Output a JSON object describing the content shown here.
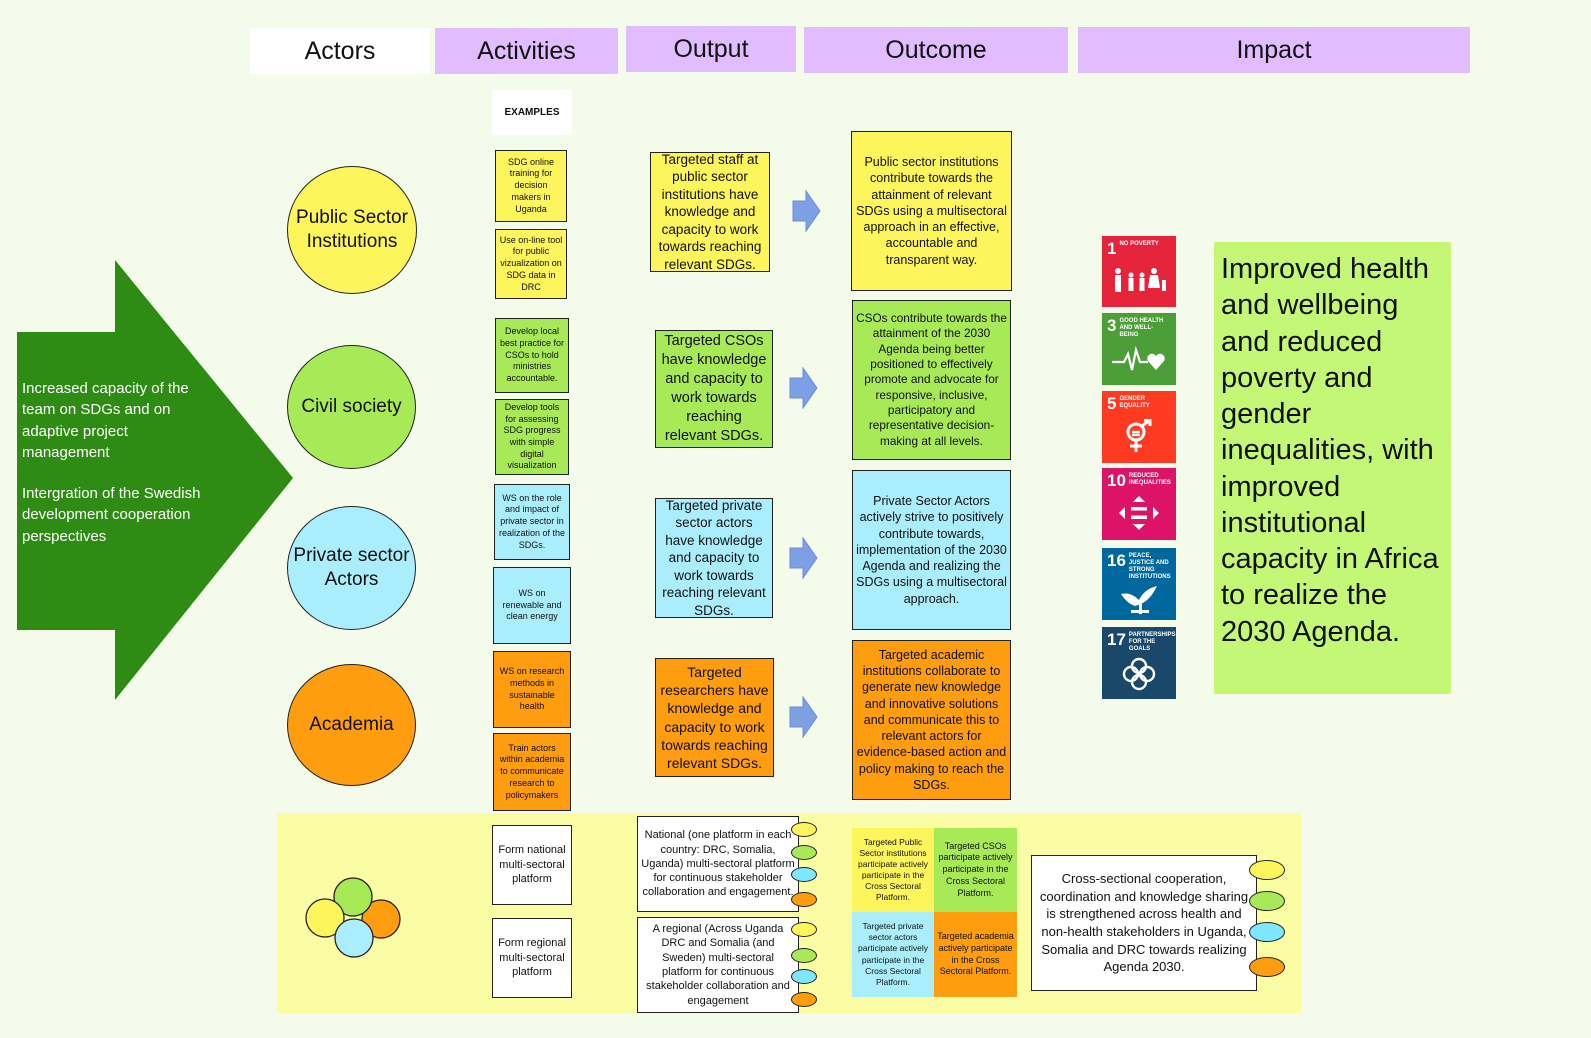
{
  "headers": {
    "actors": "Actors",
    "activities": "Activities",
    "output": "Output",
    "outcome": "Outcome",
    "impact": "Impact"
  },
  "examples_label": "EXAMPLES",
  "big_arrow": {
    "color": "#2e8b14",
    "text1": "Increased capacity of the team on SDGs and on adaptive project management",
    "text2": "Intergration of the Swedish development cooperation perspectives"
  },
  "actors": [
    {
      "label": "Public Sector Institutions",
      "color": "#fdf55c"
    },
    {
      "label": "Civil society",
      "color": "#a8e957"
    },
    {
      "label": "Private sector Actors",
      "color": "#aaeefe"
    },
    {
      "label": "Academia",
      "color": "#fd9d0f"
    }
  ],
  "activities": [
    {
      "text": "SDG online training for decision makers in Uganda",
      "color": "#fdf55c"
    },
    {
      "text": "Use on-line tool for public vizualization on SDG data in DRC",
      "color": "#fdf55c"
    },
    {
      "text": "Develop local best practice for CSOs to hold ministries accountable.",
      "color": "#a8e957"
    },
    {
      "text": "Develop  tools for assessing SDG progress with simple digital visualization",
      "color": "#a8e957"
    },
    {
      "text": "WS on the role and impact of private sector in realization of the SDGs.",
      "color": "#aaeefe"
    },
    {
      "text": "WS on renewable and clean energy",
      "color": "#aaeefe"
    },
    {
      "text": "WS on research methods in sustainable health",
      "color": "#fd9d0f"
    },
    {
      "text": "Train actors within academia to communicate research to policymakers",
      "color": "#fd9d0f"
    }
  ],
  "outputs": [
    {
      "text": "Targeted staff at public sector institutions have knowledge and capacity to work towards reaching relevant SDGs.",
      "color": "#fdf55c"
    },
    {
      "text": "Targeted CSOs have knowledge and capacity to work towards reaching relevant SDGs.",
      "color": "#a8e957"
    },
    {
      "text": "Targeted private sector actors have knowledge and capacity to work towards reaching relevant SDGs.",
      "color": "#aaeefe"
    },
    {
      "text": "Targeted researchers have knowledge and capacity to work towards reaching relevant SDGs.",
      "color": "#fd9d0f"
    }
  ],
  "outcomes": [
    {
      "text": "Public sector institutions contribute towards the attainment of relevant SDGs using a multisectoral approach in an effective, accountable and transparent way.",
      "color": "#fdf55c"
    },
    {
      "text": "CSOs contribute towards the attainment of the 2030 Agenda being better positioned to effectively promote and advocate for responsive, inclusive, participatory and representative decision-making at all levels.",
      "color": "#a8e957"
    },
    {
      "text": "Private Sector Actors actively strive to positively contribute towards, implementation of the 2030 Agenda and realizing the SDGs using a multisectoral approach.",
      "color": "#aaeefe"
    },
    {
      "text": "Targeted academic institutions collaborate to generate new knowledge and innovative solutions and communicate this to relevant actors for evidence-based action and policy making to reach the SDGs.",
      "color": "#fd9d0f"
    }
  ],
  "sdgs": [
    {
      "num": "1",
      "label": "No poverty",
      "color": "#e5243b",
      "icon": "family-icon"
    },
    {
      "num": "3",
      "label": "Good health and well-being",
      "color": "#4c9f38",
      "icon": "heartbeat-icon"
    },
    {
      "num": "5",
      "label": "Gender equality",
      "color": "#ff3a21",
      "icon": "gender-icon"
    },
    {
      "num": "10",
      "label": "Reduced inequalities",
      "color": "#dd1367",
      "icon": "equality-icon"
    },
    {
      "num": "16",
      "label": "Peace, justice and strong institutions",
      "color": "#00689d",
      "icon": "dove-icon"
    },
    {
      "num": "17",
      "label": "Partnerships for the goals",
      "color": "#19486a",
      "icon": "rings-icon"
    }
  ],
  "impact_text": "Improved health and wellbeing and reduced poverty and gender inequalities, with improved institutional capacity in Africa to realize the 2030 Agenda.",
  "platform": {
    "activity_national": "Form national multi-sectoral platform",
    "activity_regional": "Form regional multi-sectoral platform",
    "output_national": "National (one platform in each country: DRC, Somalia, Uganda) multi-sectoral platform for continuous stakeholder collaboration and engagement.",
    "output_regional": "A regional (Across Uganda DRC and Somalia (and Sweden) multi-sectoral platform for continuous stakeholder collaboration and engagement",
    "outcome_public": "Targeted Public Sector institutions participate actively participate in the Cross Sectoral Platform.",
    "outcome_cso": "Targeted CSOs participate actively participate in the Cross Sectoral Platform.",
    "outcome_private": "Targeted private sector actors participate actively participate in the Cross Sectoral Platform.",
    "outcome_academia": "Targeted academia actively participate in the Cross Sectoral Platform.",
    "impact": "Cross-sectional cooperation, coordination and knowledge sharing is strengthened across health and non-health stakeholders in Uganda, Somalia and DRC towards realizing Agenda 2030."
  }
}
